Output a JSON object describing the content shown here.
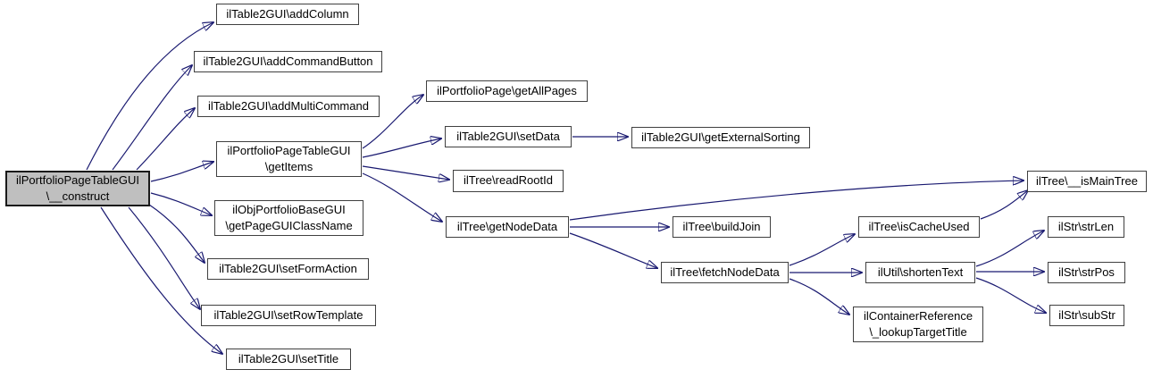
{
  "diagram": {
    "type": "call-graph",
    "colors": {
      "edge": "#191970",
      "node_border": "#404040",
      "node_fill": "#ffffff",
      "root_fill": "#bfbfbf",
      "text": "#000000",
      "background": "#ffffff"
    },
    "nodes": {
      "root": {
        "label": "ilPortfolioPageTableGUI\n\\__construct"
      },
      "addColumn": {
        "label": "ilTable2GUI\\addColumn"
      },
      "addCommandButton": {
        "label": "ilTable2GUI\\addCommandButton"
      },
      "addMultiCommand": {
        "label": "ilTable2GUI\\addMultiCommand"
      },
      "getItems": {
        "label": "ilPortfolioPageTableGUI\n\\getItems"
      },
      "getPageGUIClassName": {
        "label": "ilObjPortfolioBaseGUI\n\\getPageGUIClassName"
      },
      "setFormAction": {
        "label": "ilTable2GUI\\setFormAction"
      },
      "setRowTemplate": {
        "label": "ilTable2GUI\\setRowTemplate"
      },
      "setTitle": {
        "label": "ilTable2GUI\\setTitle"
      },
      "getAllPages": {
        "label": "ilPortfolioPage\\getAllPages"
      },
      "setData": {
        "label": "ilTable2GUI\\setData"
      },
      "readRootId": {
        "label": "ilTree\\readRootId"
      },
      "getNodeData": {
        "label": "ilTree\\getNodeData"
      },
      "getExternalSorting": {
        "label": "ilTable2GUI\\getExternalSorting"
      },
      "buildJoin": {
        "label": "ilTree\\buildJoin"
      },
      "fetchNodeData": {
        "label": "ilTree\\fetchNodeData"
      },
      "isCacheUsed": {
        "label": "ilTree\\isCacheUsed"
      },
      "shortenText": {
        "label": "ilUtil\\shortenText"
      },
      "lookupTargetTitle": {
        "label": "ilContainerReference\n\\_lookupTargetTitle"
      },
      "isMainTree": {
        "label": "ilTree\\__isMainTree"
      },
      "strLen": {
        "label": "ilStr\\strLen"
      },
      "strPos": {
        "label": "ilStr\\strPos"
      },
      "subStr": {
        "label": "ilStr\\subStr"
      }
    },
    "edges": [
      {
        "from": "root",
        "to": "addColumn"
      },
      {
        "from": "root",
        "to": "addCommandButton"
      },
      {
        "from": "root",
        "to": "addMultiCommand"
      },
      {
        "from": "root",
        "to": "getItems"
      },
      {
        "from": "root",
        "to": "getPageGUIClassName"
      },
      {
        "from": "root",
        "to": "setFormAction"
      },
      {
        "from": "root",
        "to": "setRowTemplate"
      },
      {
        "from": "root",
        "to": "setTitle"
      },
      {
        "from": "getItems",
        "to": "getAllPages"
      },
      {
        "from": "getItems",
        "to": "setData"
      },
      {
        "from": "getItems",
        "to": "readRootId"
      },
      {
        "from": "getItems",
        "to": "getNodeData"
      },
      {
        "from": "setData",
        "to": "getExternalSorting"
      },
      {
        "from": "getNodeData",
        "to": "buildJoin"
      },
      {
        "from": "getNodeData",
        "to": "fetchNodeData"
      },
      {
        "from": "getNodeData",
        "to": "isMainTree"
      },
      {
        "from": "fetchNodeData",
        "to": "isCacheUsed"
      },
      {
        "from": "fetchNodeData",
        "to": "shortenText"
      },
      {
        "from": "fetchNodeData",
        "to": "lookupTargetTitle"
      },
      {
        "from": "isCacheUsed",
        "to": "isMainTree"
      },
      {
        "from": "shortenText",
        "to": "strLen"
      },
      {
        "from": "shortenText",
        "to": "strPos"
      },
      {
        "from": "shortenText",
        "to": "subStr"
      }
    ]
  }
}
